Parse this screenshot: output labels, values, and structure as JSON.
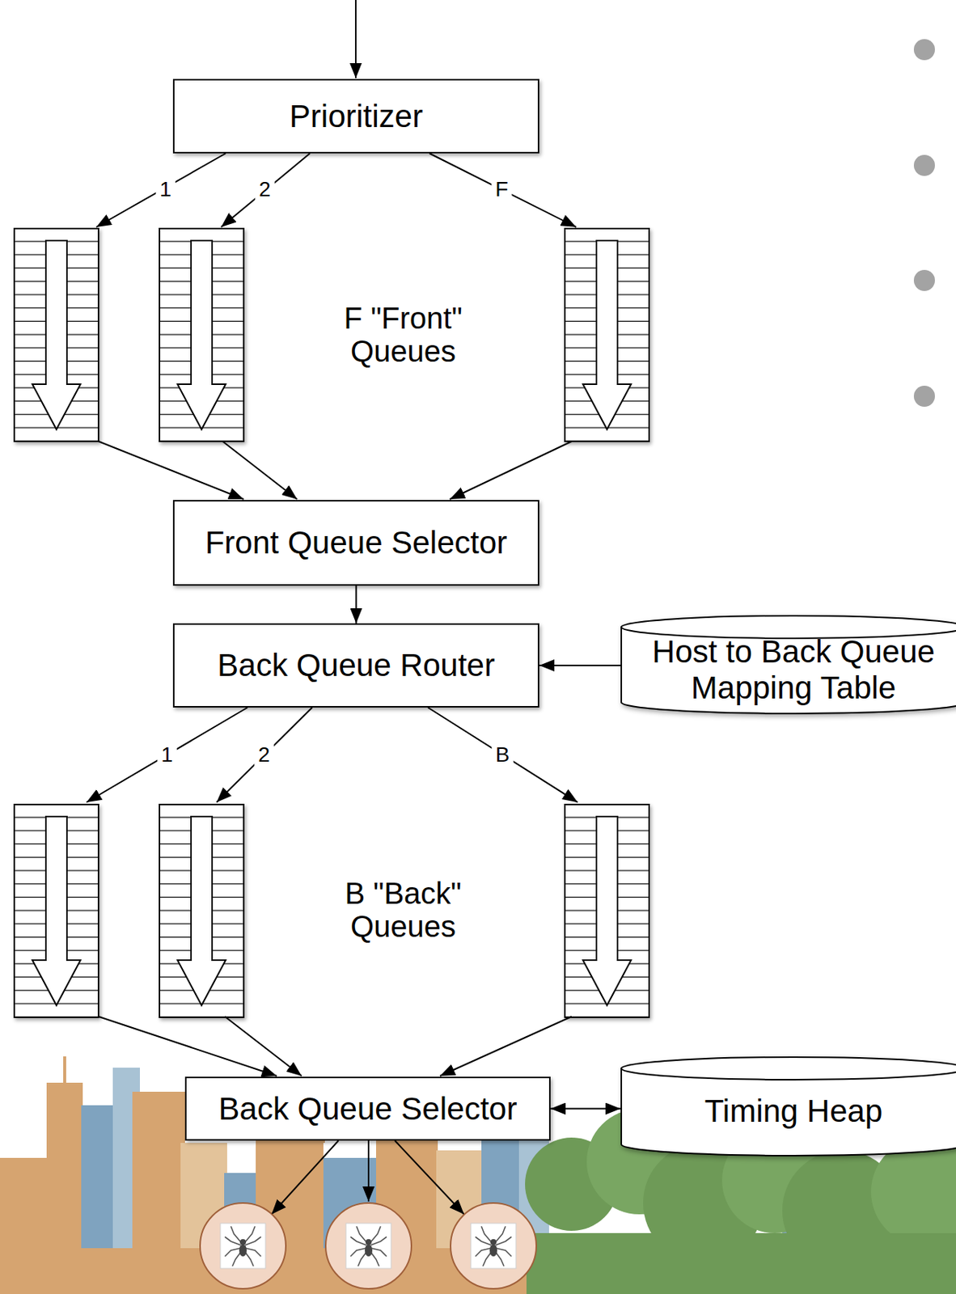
{
  "diagram": {
    "nodes": [
      {
        "text": [
          "Prioritizer"
        ]
      },
      {
        "text": [
          "Front Queue Selector"
        ]
      },
      {
        "text": [
          "Back Queue Router"
        ]
      },
      {
        "text": [
          "Host to Back Queue Mapping Table"
        ]
      },
      {
        "text": [
          "Back Queue Selector"
        ]
      },
      {
        "text": [
          "Timing Heap"
        ]
      }
    ],
    "edges": [
      {
        "from": 1,
        "to": 2,
        "arrow": "to"
      },
      {
        "from": 3,
        "to": 2,
        "arrow": "to"
      },
      {
        "from": 4,
        "to": 5,
        "arrow": "both"
      }
    ],
    "labels": [
      "1",
      "2",
      "F",
      "F \"Front\" Queues",
      "1",
      "2",
      "B",
      "B \"Back\" Queues"
    ]
  }
}
